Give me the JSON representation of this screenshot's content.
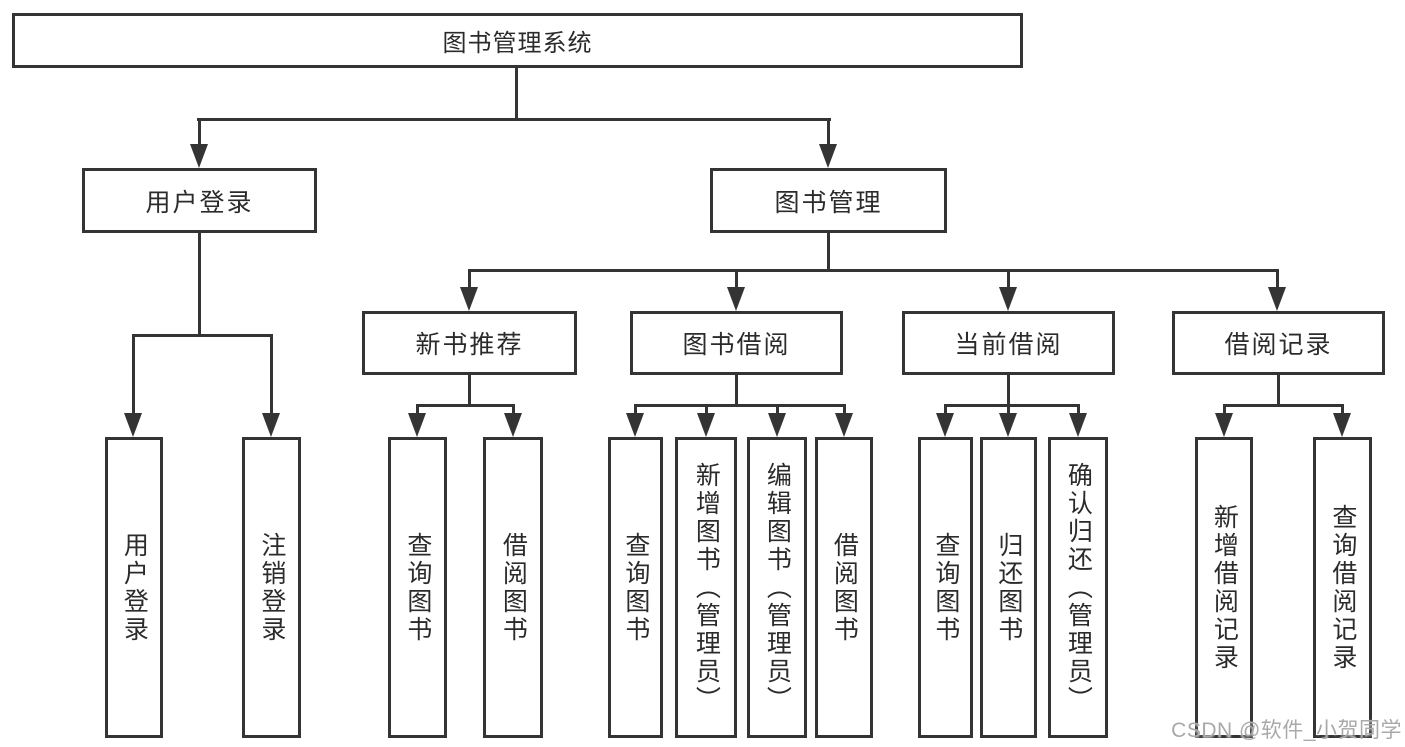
{
  "diagram": {
    "root": {
      "label": "图书管理系统"
    },
    "branches": [
      {
        "label": "用户登录",
        "children": [
          {
            "label": "用户登录"
          },
          {
            "label": "注销登录"
          }
        ]
      },
      {
        "label": "图书管理",
        "children": [
          {
            "label": "新书推荐",
            "children": [
              {
                "label": "查询图书"
              },
              {
                "label": "借阅图书"
              }
            ]
          },
          {
            "label": "图书借阅",
            "children": [
              {
                "label": "查询图书"
              },
              {
                "label": "新增图书（管理员）"
              },
              {
                "label": "编辑图书（管理员）"
              },
              {
                "label": "借阅图书"
              }
            ]
          },
          {
            "label": "当前借阅",
            "children": [
              {
                "label": "查询图书"
              },
              {
                "label": "归还图书"
              },
              {
                "label": "确认归还（管理员）"
              }
            ]
          },
          {
            "label": "借阅记录",
            "children": [
              {
                "label": "新增借阅记录"
              },
              {
                "label": "查询借阅记录"
              }
            ]
          }
        ]
      }
    ]
  },
  "watermark": {
    "text": "CSDN @软件_小贺同学"
  },
  "colors": {
    "line": "#343434",
    "text": "#2b2b2b",
    "watermark": "#a9a9a9",
    "background": "#ffffff"
  }
}
